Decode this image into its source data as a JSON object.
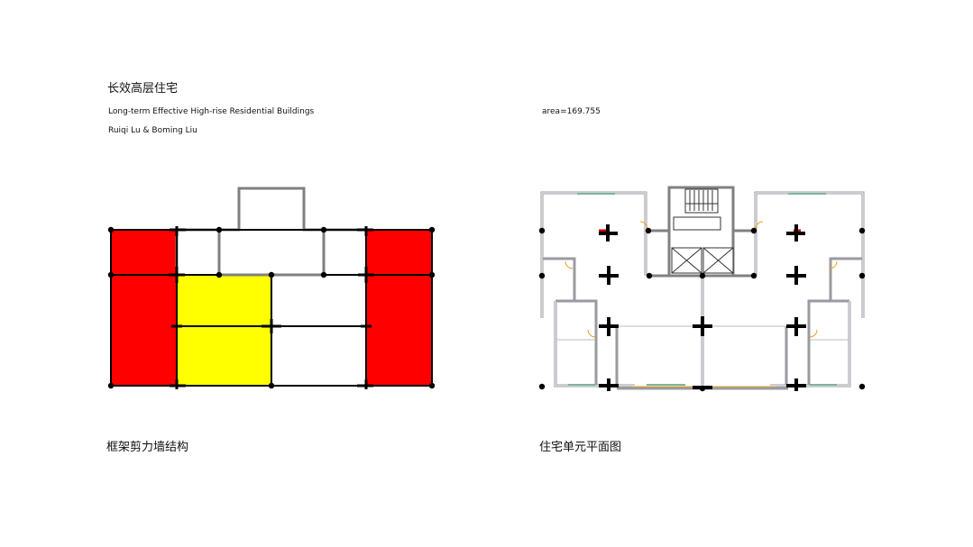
{
  "header": {
    "title_cn": "长效高层住宅",
    "title_en": "Long-term Effective High-rise Residential Buildings",
    "authors": "Ruiqi Lu & Boming Liu",
    "area_label": "area=169.755"
  },
  "captions": {
    "structure": "框架剪力墙结构",
    "unit_plan": "住宅单元平面图"
  },
  "colors": {
    "shear_wall_zone": "#ff0000",
    "core_zone": "#ffff00",
    "structure_line": "#000000",
    "upper_outline": "#808080",
    "window_line": "#2e8b57",
    "door_swing": "#e8a317",
    "wall_fill": "#c8c8c8"
  }
}
